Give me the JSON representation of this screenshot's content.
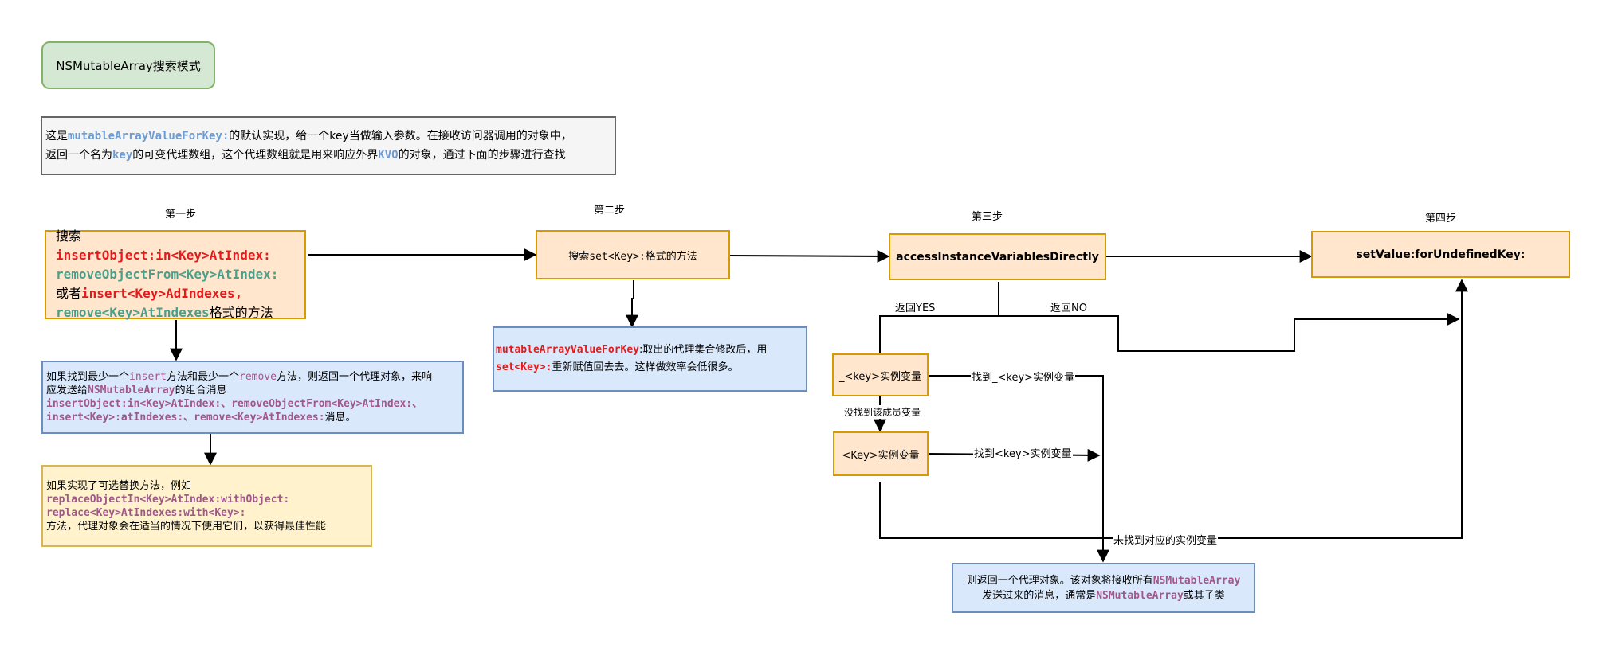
{
  "title": "NSMutableArray搜索模式",
  "intro": {
    "p1": "这是",
    "code1": "mutableArrayValueForKey:",
    "p2": "的默认实现，给一个",
    "p3": "key当做输入参数。在接收访问器调用的对象中，",
    "p4": "返回一个名为",
    "code2": "key",
    "p5": "的可变代理数组，这个代理数组就是用来响应外界",
    "code3": "KVO",
    "p6": "的对象，通过下面的步骤进行查找"
  },
  "steps": {
    "s1": "第一步",
    "s2": "第二步",
    "s3": "第三步",
    "s4": "第四步"
  },
  "step1_box": {
    "prefix": "搜索",
    "code1": "insertObject:in<Key>AtIndex:",
    "code2": "removeObjectFrom<Key>AtIndex:",
    "or": "或者",
    "code3": "insert<Key>AdIndexes,",
    "code4": "remove<Key>AtIndexes",
    "suffix": "格式的方法"
  },
  "step1_found": {
    "t1": "如果找到最少一个",
    "c1": "insert",
    "t2": "方法和最少一个",
    "c2": "remove",
    "t3": "方法，则返回一个代理对象，来响",
    "t4": "应发送给",
    "c3": "NSMutableArray",
    "t5": "的组合消息",
    "c4": "insertObject:in<Key>AtIndex:、removeObjectFrom<Key>AtIndex:、",
    "c5": "insert<Key>:atIndexes:、remove<Key>AtIndexes:",
    "t6": "消息。"
  },
  "step1_optional": {
    "t1": "如果实现了可选替换方法，例如",
    "c1": "replaceObjectIn<Key>AtIndex:withObject:",
    "c2": "replace<Key>AtIndexes:with<Key>:",
    "t2": "方法，代理对象会在适当的情况下使用它们，以获得最佳性能"
  },
  "step2_box": {
    "prefix": "搜索",
    "code": "set<Key>:",
    "suffix": "格式的方法"
  },
  "step2_note": {
    "c1": "mutableArrayValueForKey",
    "t1": ":取出的代理集合修改后，用",
    "c2": "set<Key>:",
    "t2": "重新赋值回去去。这样做效率会低很多。"
  },
  "step3_box": "accessInstanceVariablesDirectly",
  "step4_box": "setValue:forUndefinedKey:",
  "ivar1": "_<key>实例变量",
  "ivar2": "<Key>实例变量",
  "labels": {
    "yes": "返回YES",
    "no": "返回NO",
    "not_found_member": "没找到该成员变量",
    "found1": "找到_<key>实例变量",
    "found2": "找到<key>实例变量",
    "not_found_ivar": "未找到对应的实例变量"
  },
  "result_box": {
    "t1": "则返回一个代理对象。该对象将接收所有",
    "c1": "NSMutableArray",
    "t2": "发送过来的消息，通常是",
    "c2": "NSMutableArray",
    "t3": "或其子类"
  }
}
